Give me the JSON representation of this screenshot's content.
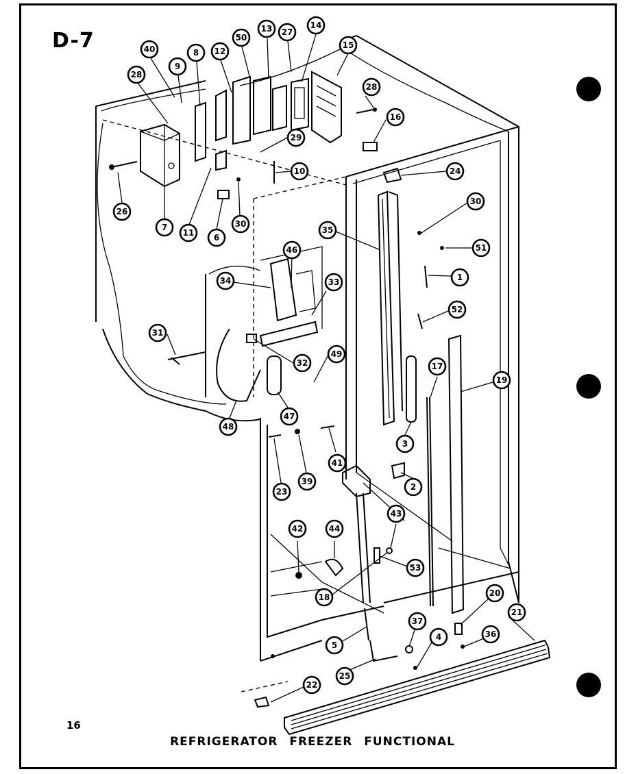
{
  "diagram": {
    "code": "D-7",
    "page_number": "16",
    "caption": "REFRIGERATOR FREEZER FUNCTIONAL",
    "callouts": [
      {
        "id": "c40",
        "label": "40"
      },
      {
        "id": "c9",
        "label": "9"
      },
      {
        "id": "c8",
        "label": "8"
      },
      {
        "id": "c12",
        "label": "12"
      },
      {
        "id": "c50",
        "label": "50"
      },
      {
        "id": "c13",
        "label": "13"
      },
      {
        "id": "c27",
        "label": "27"
      },
      {
        "id": "c14",
        "label": "14"
      },
      {
        "id": "c15",
        "label": "15"
      },
      {
        "id": "c28a",
        "label": "28"
      },
      {
        "id": "c28b",
        "label": "28"
      },
      {
        "id": "c16a",
        "label": "16"
      },
      {
        "id": "c29",
        "label": "29"
      },
      {
        "id": "c10",
        "label": "10"
      },
      {
        "id": "c24",
        "label": "24"
      },
      {
        "id": "c26",
        "label": "26"
      },
      {
        "id": "c7",
        "label": "7"
      },
      {
        "id": "c11",
        "label": "11"
      },
      {
        "id": "c6",
        "label": "6"
      },
      {
        "id": "c30a",
        "label": "30"
      },
      {
        "id": "c30b",
        "label": "30"
      },
      {
        "id": "c51",
        "label": "51"
      },
      {
        "id": "c35",
        "label": "35"
      },
      {
        "id": "c1",
        "label": "1"
      },
      {
        "id": "c46",
        "label": "46"
      },
      {
        "id": "c34",
        "label": "34"
      },
      {
        "id": "c33",
        "label": "33"
      },
      {
        "id": "c52",
        "label": "52"
      },
      {
        "id": "c31",
        "label": "31"
      },
      {
        "id": "c32",
        "label": "32"
      },
      {
        "id": "c49",
        "label": "49"
      },
      {
        "id": "c17",
        "label": "17"
      },
      {
        "id": "c19",
        "label": "19"
      },
      {
        "id": "c47",
        "label": "47"
      },
      {
        "id": "c48",
        "label": "48"
      },
      {
        "id": "c3",
        "label": "3"
      },
      {
        "id": "c41",
        "label": "41"
      },
      {
        "id": "c23",
        "label": "23"
      },
      {
        "id": "c39",
        "label": "39"
      },
      {
        "id": "c2",
        "label": "2"
      },
      {
        "id": "c42",
        "label": "42"
      },
      {
        "id": "c44",
        "label": "44"
      },
      {
        "id": "c43",
        "label": "43"
      },
      {
        "id": "c53",
        "label": "53"
      },
      {
        "id": "c18",
        "label": "18"
      },
      {
        "id": "c20",
        "label": "20"
      },
      {
        "id": "c21",
        "label": "21"
      },
      {
        "id": "c37",
        "label": "37"
      },
      {
        "id": "c4",
        "label": "4"
      },
      {
        "id": "c36",
        "label": "36"
      },
      {
        "id": "c5",
        "label": "5"
      },
      {
        "id": "c25",
        "label": "25"
      },
      {
        "id": "c22",
        "label": "22"
      }
    ]
  }
}
